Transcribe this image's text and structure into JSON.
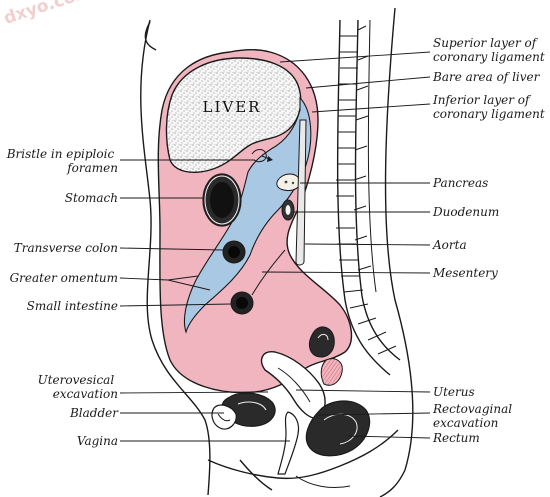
{
  "watermark": "dxyo.com",
  "liver_label": "LIVER",
  "labels": {
    "superior_layer": [
      "Superior layer of",
      "coronary ligament"
    ],
    "bare_area": [
      "Bare area of liver"
    ],
    "inferior_layer": [
      "Inferior layer of",
      "coronary ligament"
    ],
    "bristle": [
      "Bristle in epiploic",
      "foramen"
    ],
    "stomach": [
      "Stomach"
    ],
    "pancreas": [
      "Pancreas"
    ],
    "duodenum": [
      "Duodenum"
    ],
    "transverse_colon": [
      "Transverse colon"
    ],
    "aorta": [
      "Aorta"
    ],
    "greater_omentum": [
      "Greater omentum"
    ],
    "mesentery": [
      "Mesentery"
    ],
    "small_intestine": [
      "Small intestine"
    ],
    "uterovesical": [
      "Uterovesical",
      "excavation"
    ],
    "uterus": [
      "Uterus"
    ],
    "bladder": [
      "Bladder"
    ],
    "rectovaginal": [
      "Rectovaginal",
      "excavation"
    ],
    "vagina": [
      "Vagina"
    ],
    "rectum": [
      "Rectum"
    ]
  },
  "colors": {
    "greater_sac": "#f1b5c0",
    "lesser_sac": "#a9c8e3",
    "liver": "#f4f4f4",
    "line": "#1a1a1a"
  }
}
